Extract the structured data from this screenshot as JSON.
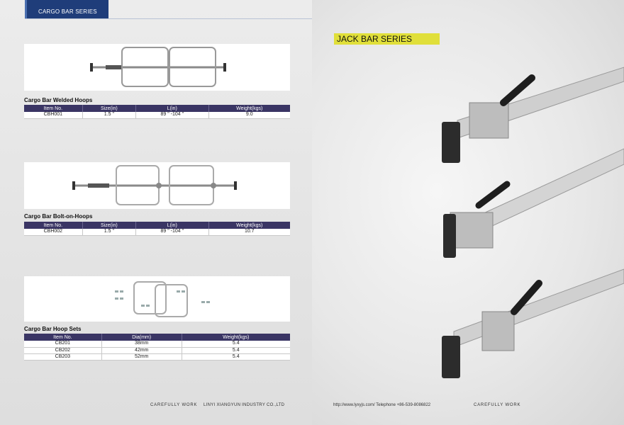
{
  "header": {
    "series_tab": "CARGO BAR SERIES"
  },
  "jack_title": "JACK BAR SERIES",
  "products": [
    {
      "title": "Cargo Bar Welded Hoops",
      "columns": [
        "Item No.",
        "Size(in)",
        "L(in)",
        "Weight(kgs)"
      ],
      "rows": [
        [
          "CBH001",
          "1.5 \"",
          "89 \" -104 \"",
          "9.0"
        ]
      ]
    },
    {
      "title": "Cargo Bar Bolt-on-Hoops",
      "columns": [
        "Item No.",
        "Size(in)",
        "L(in)",
        "Weight(kgs)"
      ],
      "rows": [
        [
          "CBH002",
          "1.5 \"",
          "89 \" -104 \"",
          "10.7"
        ]
      ]
    },
    {
      "title": "Cargo Bar Hoop Sets",
      "columns": [
        "Item No.",
        "Dia(mm)",
        "Weight(kgs)"
      ],
      "rows": [
        [
          "CB201",
          "38mm",
          "5.4"
        ],
        [
          "CB202",
          "42mm",
          "5.4"
        ],
        [
          "CB203",
          "52mm",
          "5.4"
        ]
      ]
    }
  ],
  "footer": {
    "motto_left": "CAREFULLY WORK",
    "company": "LINYI XIANGYUN INDUSTRY CO.,LTD",
    "contact": "http://www.lyxyjs.com/   Telephone +86-539-8086822",
    "motto_right": "CAREFULLY WORK"
  },
  "colors": {
    "header_blue": "#1f3d7a",
    "table_header": "#3a3564",
    "title_yellow": "#e0df3a"
  }
}
